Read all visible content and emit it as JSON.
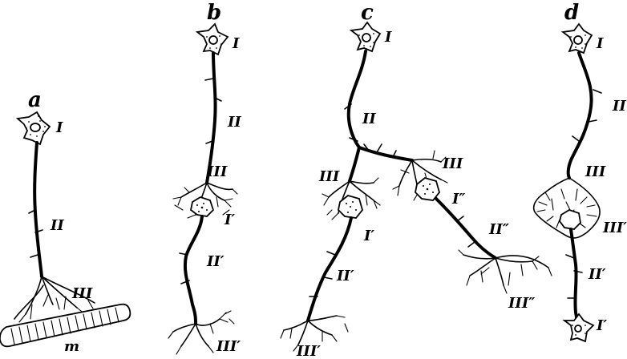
{
  "figure": {
    "panels": [
      {
        "id": "a",
        "letter": "a",
        "labels": [
          "I",
          "II",
          "III",
          "m"
        ]
      },
      {
        "id": "b",
        "letter": "b",
        "labels": [
          "I",
          "II",
          "III",
          "I′",
          "II′",
          "III′"
        ]
      },
      {
        "id": "c",
        "letter": "c",
        "labels": [
          "I",
          "II",
          "III",
          "III",
          "I′",
          "II′",
          "III′",
          "I″",
          "II″",
          "III″"
        ]
      },
      {
        "id": "d",
        "letter": "d",
        "labels": [
          "I",
          "II",
          "III",
          "III′",
          "II′",
          "I′"
        ]
      }
    ]
  }
}
